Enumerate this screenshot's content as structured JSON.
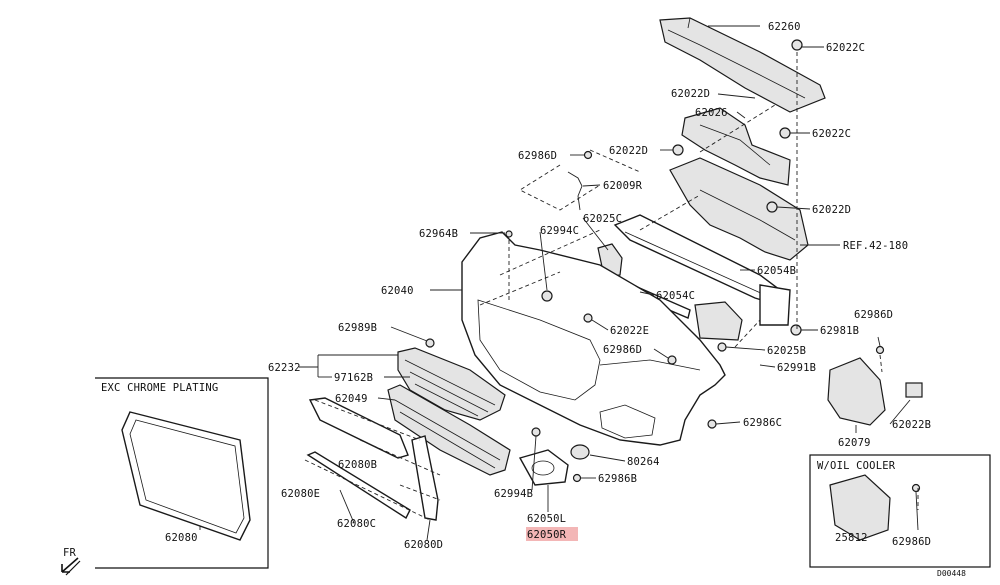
{
  "diagram": {
    "labels": {
      "p62260": "62260",
      "p62022c_1": "62022C",
      "p62022d_1": "62022D",
      "p62026": "62026",
      "p62022c_2": "62022C",
      "p62986d_1": "62986D",
      "p62022d_2": "62022D",
      "p62009r": "62009R",
      "p62022d_3": "62022D",
      "p62025c": "62025C",
      "p62964b": "62964B",
      "p62994c": "62994C",
      "ref": "REF.42-180",
      "p62054b": "62054B",
      "p62040": "62040",
      "p62054c": "62054C",
      "p62989b": "62989B",
      "p62022e": "62022E",
      "p62986d_2": "62986D",
      "p62986d_3": "62986D",
      "p62981b": "62981B",
      "p62025b": "62025B",
      "p62232": "62232",
      "p97162b": "97162B",
      "p62991b": "62991B",
      "p62049": "62049",
      "p62986c": "62986C",
      "p62079": "62079",
      "p62022b": "62022B",
      "p80264": "80264",
      "p62080b": "62080B",
      "p62986b": "62986B",
      "p62994b": "62994B",
      "p62080e": "62080E",
      "p62050l": "62050L",
      "p62050r": "62050R",
      "p62080c": "62080C",
      "p62080d": "62080D",
      "p62080": "62080",
      "p25812": "25812",
      "p62986d_4": "62986D",
      "fr": "FR",
      "code": "D00448"
    },
    "boxes": {
      "exc_chrome_title": "EXC CHROME PLATING",
      "oil_cooler_title": "W/OIL COOLER"
    },
    "colors": {
      "highlight": "#f3b6b6",
      "line": "#1a1a1a"
    }
  }
}
